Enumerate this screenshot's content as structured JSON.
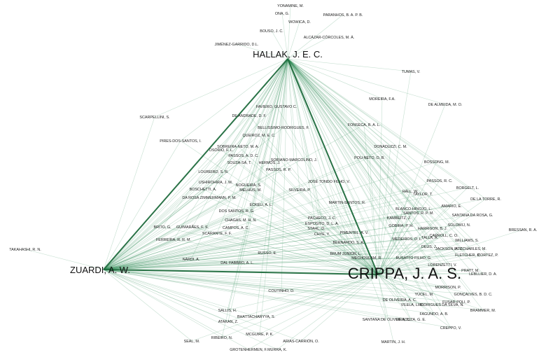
{
  "colors": {
    "background": "#ffffff",
    "edge": "#2e8b57",
    "strong_edge": "#1f6b3d",
    "label": "#222222"
  },
  "hubs": [
    {
      "id": "hallak",
      "label": "HALLAK, J. E. C."
    },
    {
      "id": "zuardi",
      "label": "ZUARDI, A. W."
    },
    {
      "id": "crippa",
      "label": "CRIPPA, J. A. S."
    }
  ],
  "nodes": [
    "YONAMINE, M.",
    "ONA, G.",
    "PARANHOS, B. A. P. B.",
    "WOWICA, D.",
    "BOUSO, J. C.",
    "ALCÁZAR-CÓRCOLES, M. Á.",
    "JIMÉNEZ-GARRIDO, D.L.",
    "TUMAS, V.",
    "MOREIRA, F.A.",
    "DE ALMEIDA, M. O.",
    "FAVIERO, GUSTAVO C.",
    "DE ANDRADE, D. F.",
    "SCARPELLINI, S.",
    "BELLISSIMO-RODRIGUES, F.",
    "FONSECA, B. A. L.",
    "QUEIROZ, M. E. C.",
    "PIRES-DOS-SANTOS, I.",
    "DONADUZZI, C. M.",
    "SOBREIRA-NETO, M. A.",
    "OSÓRIO, F. L.",
    "PASSOS, A. D. C.",
    "POU-NETO, O. B.",
    "BOSSONG, M.",
    "SOUZA-SÁ, T.",
    "SORIANO-MARCOLINO, J.",
    "HERMOS, J.",
    "LOUREIRO, S. R.",
    "PASSOS, R. P.",
    "PASSOS, R. C.",
    "JOSÉ TONDO FILHO, V.",
    "USHIROHIRA, J. M.",
    "BORGELT, L.",
    "NOGUEIRA, S.",
    "BOSCHETTI, A.",
    "MELHUS, M.",
    "SILVEIRA, P.",
    "HALL, W.",
    "TAYLOR, T.",
    "DE LA TORRE, R.",
    "DA ROSA ZIMMERMANN, P. M.",
    "ECKELI, A. L.",
    "MARTIN-SANTOS, R.",
    "AMARIO, E.",
    "BLANCO-HINOJO, L.",
    "SANTANA DA ROSA, G.",
    "SANTOS, R. P. M.",
    "DOS SANTOS, R. G.",
    "KAMBEITZ, J.",
    "SOLOWIJ, N.",
    "PACHECO, J. C.",
    "BRESSAN, R. A.",
    "BRITO, G.",
    "GUIMARÃES, F. S.",
    "CHAGAS, M. H. N.",
    "ESPOSITO, D. L. A.",
    "GOBIRA, P. H.",
    "HARRISON, B. J.",
    "CAMPOS, A. C.",
    "STAHL, D.",
    "SCARANTE, F. F.",
    "CHYE, Y.",
    "PIMENTEL, A. V.",
    "CARROLL, C. O.",
    "TALLA, A.",
    "FERREIRA, R. R. M.",
    "BERNARDO, S. A.",
    "MEDEIROS, D. L.",
    "WILLIAMS, S.",
    "JACKSON, A. C.",
    "DEUS, J.",
    "FITZCHARLES, M.",
    "TAKAHASHI, R. N.",
    "NARDI, A.",
    "RUSSO, E.",
    "BRUM JUNIOR, L.",
    "MECHOULAM, R.",
    "BUSATTO FILHO, G.",
    "FLETCHER, P.",
    "LORENZETTI, V.",
    "CORTEZ, P.",
    "DAL FABBRO, A. L.",
    "PRATT, M.",
    "LEBLLIER, D. A.",
    "MORRISON, P.",
    "COUTINHO, D.",
    "YÜCEL, M.",
    "GONÇALVES, B. D. C.",
    "DE OLIVEIRA, A. C.",
    "VILELA, L. R.",
    "RODRIGUES DA SILVA, N.",
    "FUSAR-POLI, P.",
    "SALLIS, H.",
    "BRAMMER, M.",
    "FAGUNDO, A. B.",
    "BHATTACHARYYA, S.",
    "SANTANA DE OLIVEIRA, C.",
    "ATAKAN, Z.",
    "DE SOUZA, G. E.",
    "CREPPO, V.",
    "MCGUIRE, P. K.",
    "RIBEIRO, N.",
    "SEAL, M.",
    "ARIAS-CARRIÓN, O.",
    "MARTIN, J. H.",
    "GROTENHERMEN, F.",
    "MURRA, K."
  ],
  "node_hub_links": {
    "YONAMINE, M.": [
      "hallak"
    ],
    "ONA, G.": [
      "hallak"
    ],
    "PARANHOS, B. A. P. B.": [
      "hallak"
    ],
    "WOWICA, D.": [
      "hallak"
    ],
    "BOUSO, J. C.": [
      "hallak"
    ],
    "ALCÁZAR-CÓRCOLES, M. Á.": [
      "hallak"
    ],
    "JIMÉNEZ-GARRIDO, D.L.": [
      "hallak"
    ],
    "TUMAS, V.": [
      "hallak",
      "crippa"
    ],
    "MOREIRA, F.A.": [
      "hallak",
      "crippa"
    ],
    "DE ALMEIDA, M. O.": [
      "hallak",
      "crippa"
    ],
    "SCARPELLINI, S.": [
      "hallak",
      "zuardi"
    ],
    "TAKAHASHI, R. N.": [
      "zuardi"
    ],
    "BRESSAN, R. A.": [
      "crippa"
    ],
    "SEAL, M.": [
      "zuardi",
      "crippa"
    ],
    "GROTENHERMEN, F.": [
      "zuardi",
      "crippa"
    ],
    "MURRA, K.": [
      "zuardi",
      "crippa"
    ],
    "MARTIN, J. H.": [
      "crippa"
    ],
    "ARIAS-CARRIÓN, O.": [
      "zuardi",
      "crippa"
    ]
  }
}
